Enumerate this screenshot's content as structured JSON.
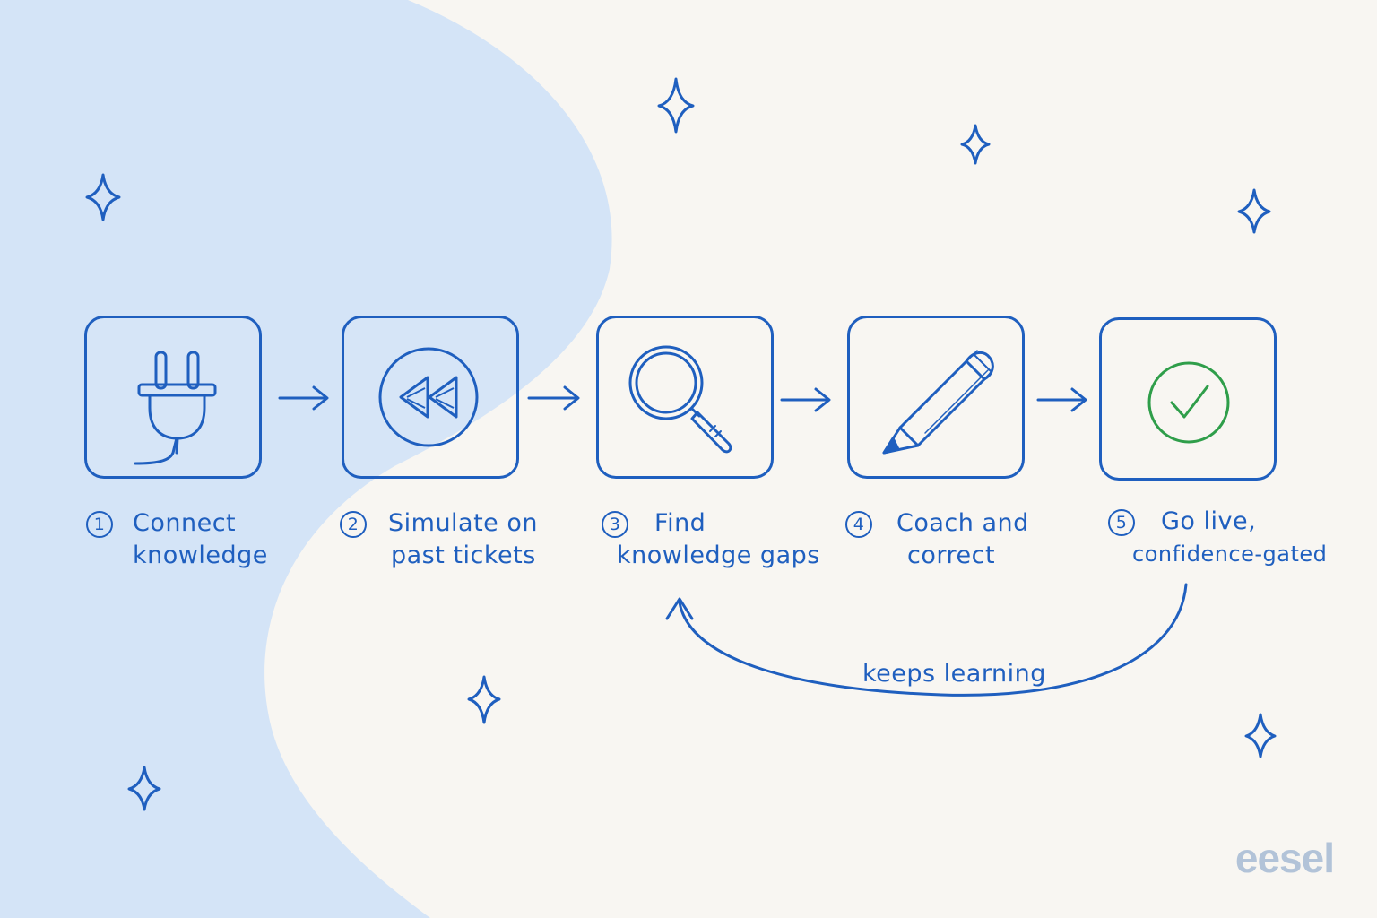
{
  "steps": [
    {
      "number": "1",
      "line1": "Connect",
      "line2": "knowledge",
      "icon": "plug-icon"
    },
    {
      "number": "2",
      "line1": "Simulate on",
      "line2": "past tickets",
      "icon": "rewind-icon"
    },
    {
      "number": "3",
      "line1": "Find",
      "line2": "knowledge gaps",
      "icon": "magnifier-icon"
    },
    {
      "number": "4",
      "line1": "Coach and",
      "line2": "correct",
      "icon": "pencil-icon"
    },
    {
      "number": "5",
      "line1": "Go live,",
      "line2": "confidence-gated",
      "icon": "checkmark-icon"
    }
  ],
  "loop": {
    "label": "keeps learning"
  },
  "brand": {
    "name": "eesel"
  },
  "colors": {
    "ink": "#1f5fbf",
    "background": "#f8f6f2",
    "blob": "#d4e4f7",
    "check": "#2f9e4a",
    "brand": "#b2c3d8"
  }
}
